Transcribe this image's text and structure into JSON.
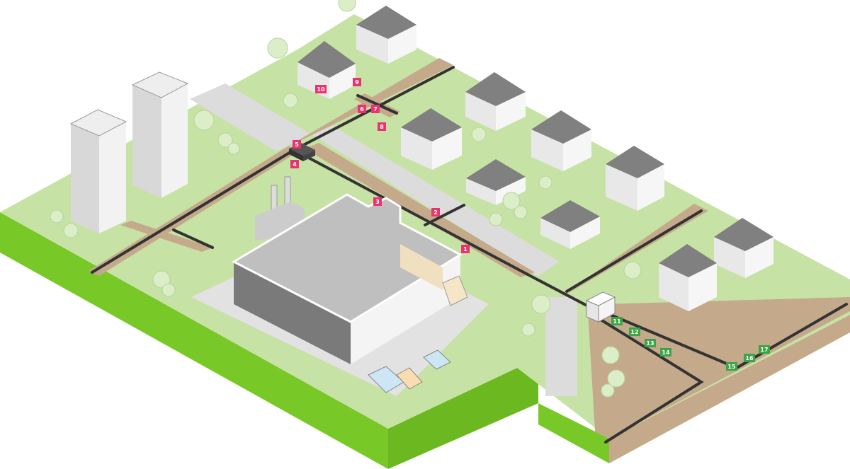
{
  "diagram": {
    "colors": {
      "grass_top": "#c6e2a4",
      "grass_side": "#78c828",
      "trench": "#c4aa8a",
      "pipe": "#333333",
      "pavement": "#dcdcdc",
      "building_wall": "#f2f2f2",
      "roof": "#808080",
      "window": "#b8e08c",
      "tree": "#dbeec8",
      "marker_red": "#e8336f",
      "marker_green": "#3aa447"
    },
    "red_markers": [
      "1",
      "2",
      "3",
      "4",
      "5",
      "6",
      "7",
      "8",
      "9",
      "10"
    ],
    "green_markers": [
      "11",
      "12",
      "13",
      "14",
      "15",
      "16",
      "17"
    ]
  }
}
